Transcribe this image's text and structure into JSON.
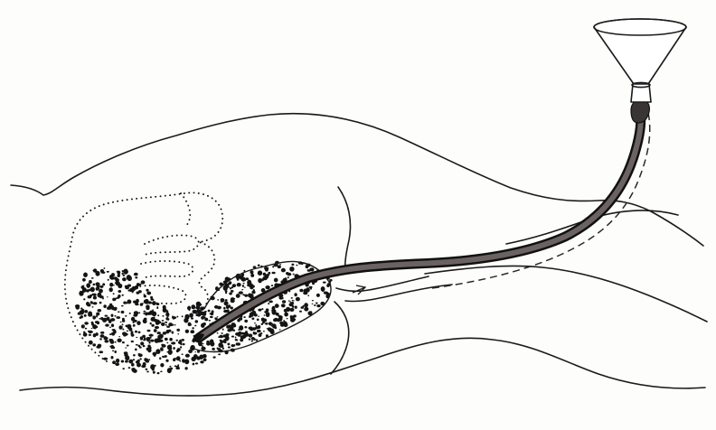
{
  "figure": {
    "colors": {
      "background": "#fdfdfb",
      "ink": "#1a1a1a",
      "tube": "#3a3535",
      "stipple": "#141414"
    },
    "parts": [
      "body-outline",
      "buttock-outline",
      "rectum-stippled",
      "colon-dotted-outline",
      "rectal-tube",
      "funnel",
      "dashed-guide-line"
    ]
  }
}
